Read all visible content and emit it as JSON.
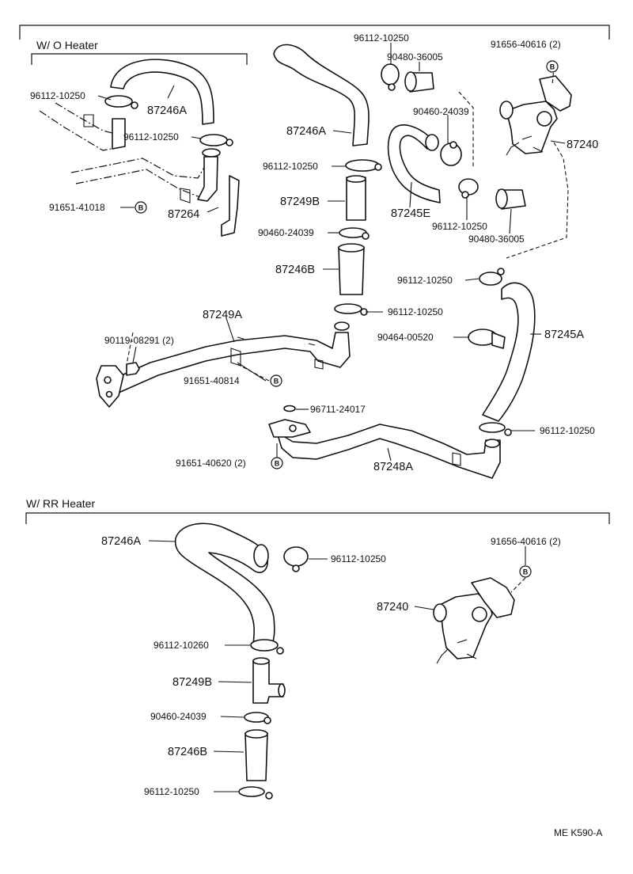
{
  "sections": {
    "wo_heater": "W/ O Heater",
    "rr_heater": "W/ RR Heater"
  },
  "labels": {
    "c01": "96112-10250",
    "c02": "90480-36005",
    "c03": "91656-40616 (2)",
    "c04": "96112-10250",
    "c05": "87246A",
    "c06": "90460-24039",
    "c07": "96112-10250",
    "c08": "87240",
    "c09": "87246A",
    "c10": "96112-10250",
    "c11": "87249B",
    "c12": "87245E",
    "c13": "91651-41018",
    "c14": "87264",
    "c15": "96112-10250",
    "c16": "90460-24039",
    "c17": "90480-36005",
    "c18": "87246B",
    "c19": "96112-10250",
    "c20": "87249A",
    "c21": "96112-10250",
    "c22": "90119-08291 (2)",
    "c23": "90464-00520",
    "c24": "87245A",
    "c25": "91651-40814",
    "c26": "96711-24017",
    "c27": "96112-10250",
    "c28": "91651-40620 (2)",
    "c29": "87248A",
    "r01": "87246A",
    "r02": "96112-10250",
    "r03": "91656-40616 (2)",
    "r04": "87240",
    "r05": "96112-10260",
    "r06": "87249B",
    "r07": "90460-24039",
    "r08": "87246B",
    "r09": "96112-10250"
  },
  "badge": "B",
  "figure_code": "ME K590-A"
}
